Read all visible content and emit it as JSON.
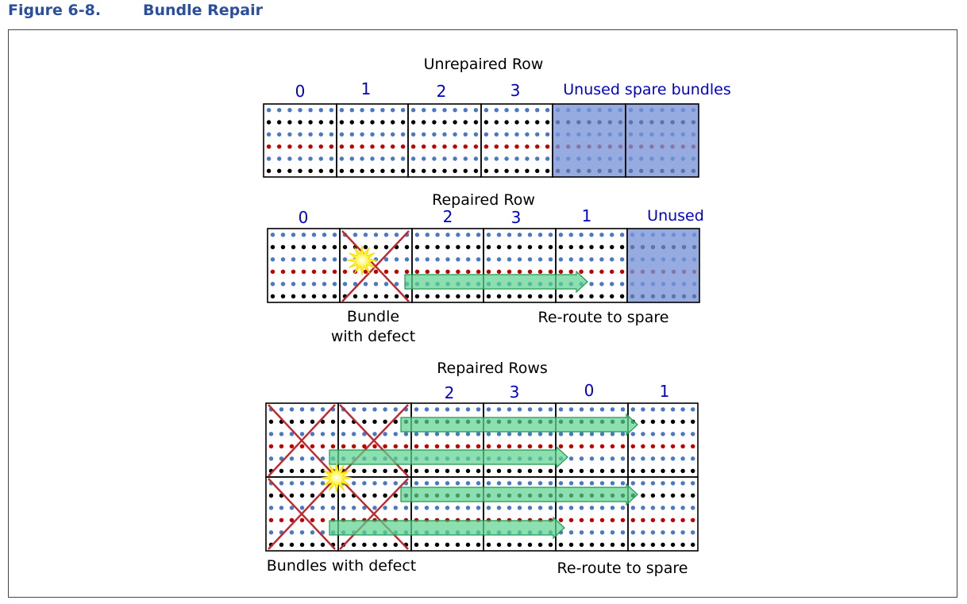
{
  "figure": {
    "label": "Figure 6-8.",
    "title": "Bundle Repair"
  },
  "colors": {
    "title": "#2b4f9e",
    "number_label": "#0000c8",
    "dot_blue": "#4a78c4",
    "dot_black": "#000000",
    "dot_red": "#c00000",
    "spare_fill": "#7895d8",
    "defect_x": "#c0282d",
    "arrow_fill": "#5fd38f",
    "arrow_stroke": "#1e9a52",
    "star": "#fff200"
  },
  "sections": {
    "unrepaired": {
      "title": "Unrepaired Row",
      "bundle_labels": [
        "0",
        "1",
        "2",
        "3"
      ],
      "spare_label": "Unused spare bundles"
    },
    "repaired": {
      "title": "Repaired Row",
      "bundle_labels": [
        "0",
        "2",
        "3",
        "1"
      ],
      "spare_label": "Unused",
      "defect_caption_line1": "Bundle",
      "defect_caption_line2": "with defect",
      "reroute_caption": "Re-route to spare"
    },
    "repaired_rows": {
      "title": "Repaired Rows",
      "bundle_labels": [
        "2",
        "3",
        "0",
        "1"
      ],
      "defect_caption": "Bundles with defect",
      "reroute_caption": "Re-route to spare"
    }
  }
}
